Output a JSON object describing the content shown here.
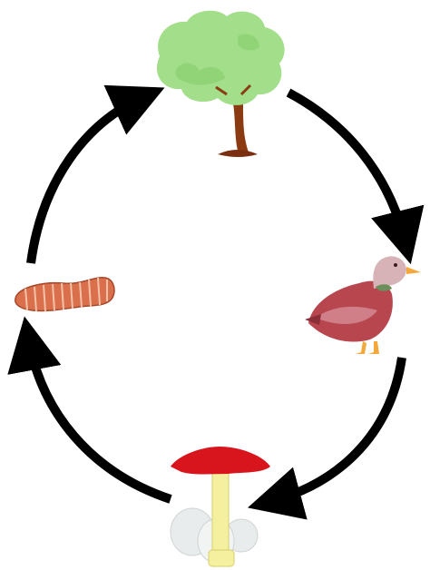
{
  "diagram": {
    "type": "cycle",
    "nodes": [
      {
        "id": "tree",
        "icon": "tree-icon"
      },
      {
        "id": "duck",
        "icon": "duck-icon"
      },
      {
        "id": "mushroom",
        "icon": "mushroom-icon"
      },
      {
        "id": "worm",
        "icon": "worm-icon"
      }
    ],
    "edges": [
      {
        "from": "tree",
        "to": "duck"
      },
      {
        "from": "duck",
        "to": "mushroom"
      },
      {
        "from": "mushroom",
        "to": "worm"
      },
      {
        "from": "worm",
        "to": "tree"
      }
    ]
  },
  "colors": {
    "arrow": "#000000",
    "background": "#ffffff",
    "foliage": "#a3de8a",
    "foliage_shade": "#8ccf72",
    "trunk": "#8a3b12",
    "duck_body": "#b8464f",
    "duck_head": "#d7b2b6",
    "duck_beak": "#f3a83b",
    "mushroom_cap": "#d8141d",
    "mushroom_stem": "#f4f0a0",
    "mushroom_base": "#e9ecec",
    "worm": "#d9704b"
  }
}
